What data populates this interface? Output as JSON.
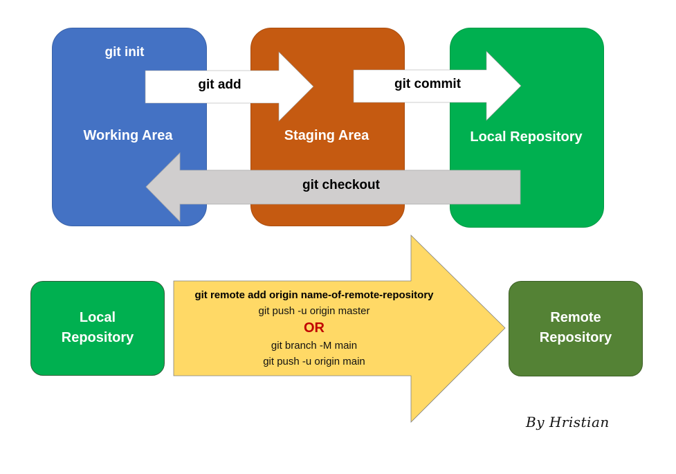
{
  "colors": {
    "working_area": "#4472C4",
    "staging_area": "#C55A11",
    "local_repository": "#00B050",
    "remote_repository": "#548235",
    "push_arrow": "#FFD966",
    "checkout_arrow": "#D0CECE",
    "or_text": "#C00000"
  },
  "top_flow": {
    "init_label": "git init",
    "working_area_label": "Working Area",
    "staging_area_label": "Staging Area",
    "local_repository_label": "Local Repository",
    "add_label": "git add",
    "commit_label": "git commit",
    "checkout_label": "git checkout"
  },
  "bottom_flow": {
    "local_repository_line1": "Local",
    "local_repository_line2": "Repository",
    "remote_repository_line1": "Remote",
    "remote_repository_line2": "Repository",
    "commands": {
      "remote_add": "git remote add origin name-of-remote-repository",
      "push_master": "git push -u origin master",
      "or": "OR",
      "branch_rename": "git branch -M main",
      "push_main": "git push -u origin main"
    }
  },
  "signature": "By Hristian"
}
